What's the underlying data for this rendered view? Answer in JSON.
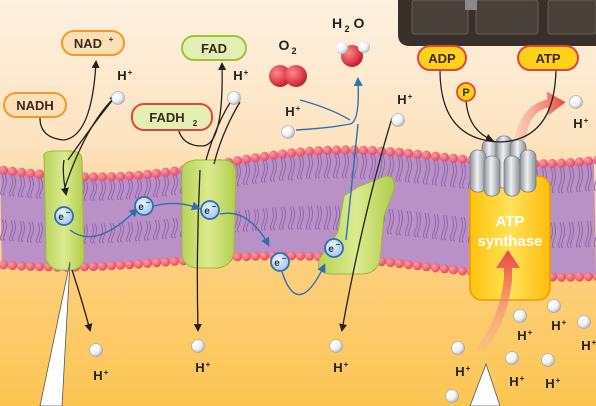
{
  "labels": {
    "nad": "NAD",
    "nad_sup": "+",
    "nadh": "NADH",
    "fad": "FAD",
    "fadh": "FADH",
    "fadh_sub": "2",
    "o2": "O",
    "o2_sub": "2",
    "h2o_h": "H",
    "h2o_sub": "2",
    "h2o_o": "O",
    "adp": "ADP",
    "atp": "ATP",
    "phosphate": "P",
    "atp_synthase_line1": "ATP",
    "atp_synthase_line2": "synthase",
    "electron": "e",
    "electron_sup": "−",
    "proton": "H",
    "proton_sup": "+"
  },
  "colors": {
    "intermembrane_space": "#fde7c8",
    "matrix": "#fdca5e",
    "membrane_core": "#b991c7",
    "lipid_head": "#ec5a6e",
    "protein_complex": "#cfe27a",
    "atp_synthase": "#ffd21a",
    "electron_arrow": "#2f6fb0",
    "proton_flow": "#e8453c",
    "nad_label_fill": "#fde0b8",
    "fad_label_fill": "#e4efb3",
    "label_border_orange": "#f39a2b",
    "label_border_red": "#e0463f",
    "label_border_green": "#9cc23c"
  }
}
